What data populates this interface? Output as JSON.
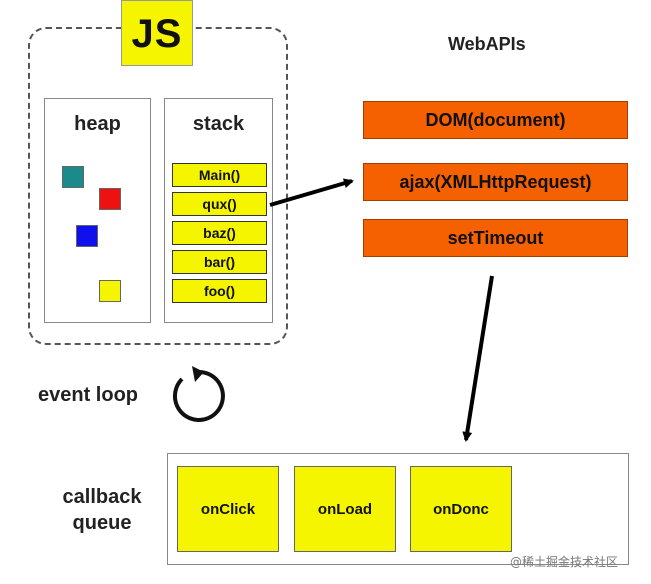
{
  "runtime": {
    "logo_text": "JS",
    "heap": {
      "title": "heap",
      "objects": [
        {
          "color": "#1a8a8a"
        },
        {
          "color": "#ee1111"
        },
        {
          "color": "#1010ee"
        },
        {
          "color": "#f5f500"
        }
      ]
    },
    "stack": {
      "title": "stack",
      "frames": [
        "Main()",
        "qux()",
        "baz()",
        "bar()",
        "foo()"
      ]
    }
  },
  "webapis": {
    "title": "WebAPIs",
    "items": [
      "DOM(document)",
      "ajax(XMLHttpRequest)",
      "setTimeout"
    ]
  },
  "event_loop": {
    "label": "event loop"
  },
  "callback_queue": {
    "label_line1": "callback",
    "label_line2": "queue",
    "tasks": [
      "onClick",
      "onLoad",
      "onDonc"
    ]
  },
  "watermark": "@稀土掘金技术社区",
  "colors": {
    "frame_yellow": "#f5f500",
    "api_orange": "#f56000"
  }
}
